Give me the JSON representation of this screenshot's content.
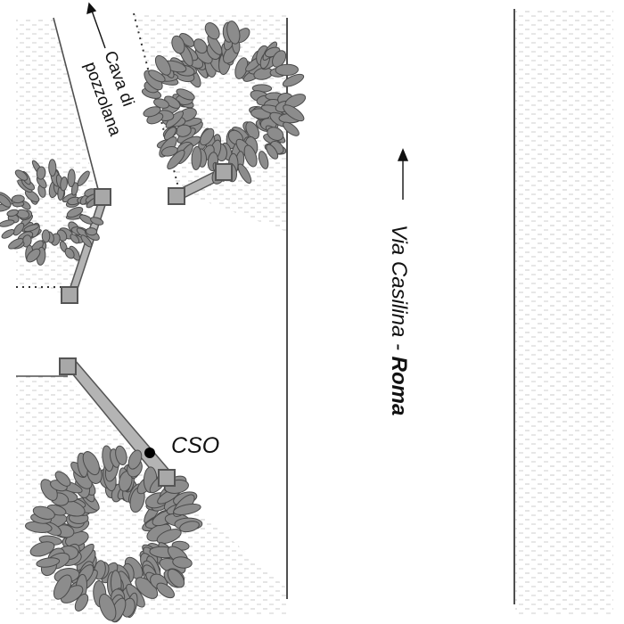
{
  "map": {
    "labels": {
      "cava_line1": "Cava di",
      "cava_line2": "pozzolana",
      "cso": "CSO",
      "road_main": "Via Casilina - ",
      "road_city": "Roma"
    },
    "colors": {
      "ground_dots": "#c8c8c8",
      "road_line": "#505050",
      "foliage_fill": "#8c8c8c",
      "foliage_stroke": "#4a4a4a",
      "pipe_fill": "#b4b4b4",
      "manhole_fill": "#a8a8a8",
      "dot": "#000000"
    }
  }
}
